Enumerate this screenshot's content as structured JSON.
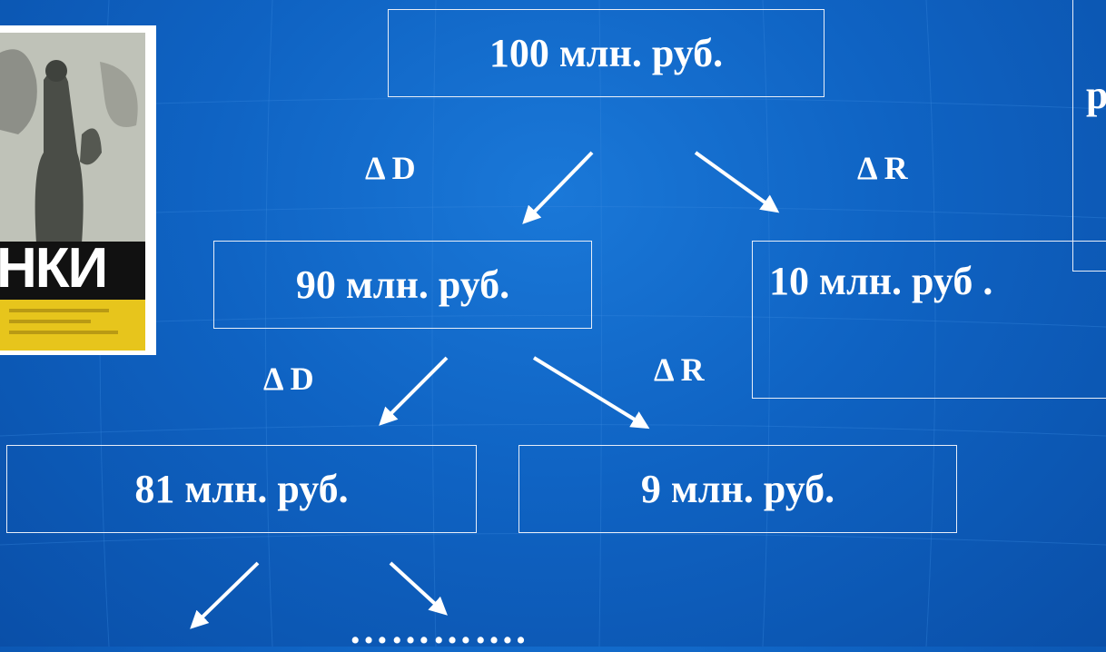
{
  "nodes": {
    "top": "100 млн. руб.",
    "left1": "90 млн. руб.",
    "right1": "10 млн. руб .",
    "left2": "81 млн. руб.",
    "right2": "9 млн. руб."
  },
  "labels": {
    "delta_d_1": "Δ D",
    "delta_r_1": "Δ R",
    "delta_d_2": "Δ D",
    "delta_r_2": "Δ R"
  },
  "partial_text": "р",
  "ellipsis": "………….",
  "photo_text": "НКИ",
  "colors": {
    "background": "#0f63c3",
    "box_border": "#e8eef8",
    "text": "#ffffff",
    "photo_yellow": "#e7c51c"
  }
}
